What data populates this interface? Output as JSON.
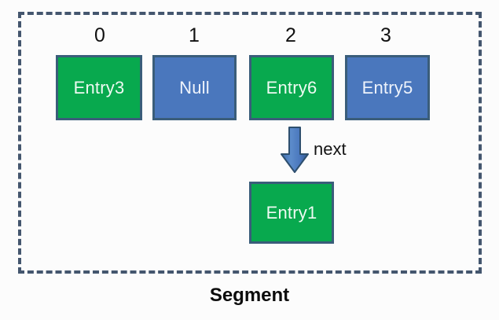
{
  "diagram": {
    "caption": "Segment",
    "background_color": "#fcfcfc",
    "container": {
      "name": "segment",
      "border_style": "dashed",
      "border_color": "#44566e"
    },
    "colors": {
      "occupied": "#08a94e",
      "empty": "#4a77bd",
      "border": "#3a5d7a",
      "arrow_fill": "#4a77bd",
      "arrow_border": "#2e4f6e",
      "text_light": "#eefaf2",
      "text_dark": "#111111"
    },
    "index_labels": [
      "0",
      "1",
      "2",
      "3"
    ],
    "buckets": [
      {
        "index": "0",
        "label": "Entry3",
        "state": "occupied"
      },
      {
        "index": "1",
        "label": "Null",
        "state": "empty"
      },
      {
        "index": "2",
        "label": "Entry6",
        "state": "occupied"
      },
      {
        "index": "3",
        "label": "Entry5",
        "state": "empty"
      }
    ],
    "chain": {
      "from_index": "2",
      "arrow_label": "next",
      "node": {
        "label": "Entry1",
        "state": "occupied"
      }
    }
  }
}
